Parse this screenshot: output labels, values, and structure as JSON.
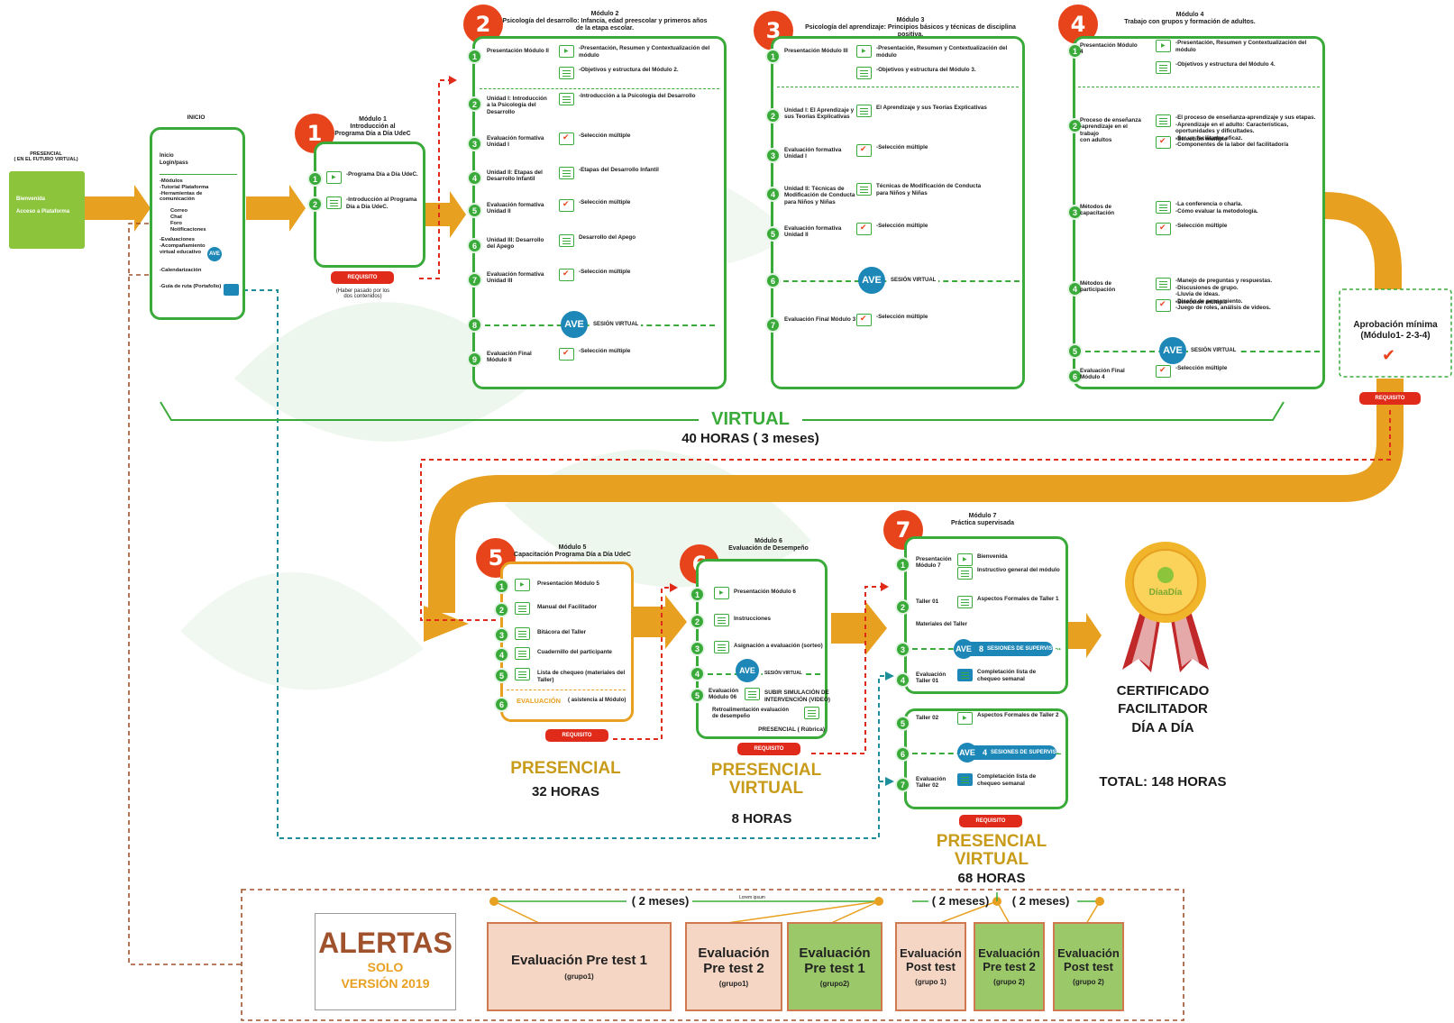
{
  "start": {
    "caption": "PRESENCIAL\n( EN EL FUTURO VIRTUAL)",
    "lines": [
      "Bienvenida",
      "Acceso a Plataforma"
    ]
  },
  "inicio": {
    "title": "INICIO",
    "items": [
      "Inicio\nLogin/pass",
      "-Módulos\n-Tutorial Plataforma\n-Herramientas de comunicación",
      "Correo\nChat\nForo\nNotificaciones",
      "-Evaluaciones\n-Acompañamiento\nvirtual educativo",
      "-Calendarización",
      "-Guía de ruta (Portafolio)"
    ]
  },
  "m1": {
    "num": "1",
    "header": "Módulo 1\nIntroducción al\nPrograma Día a Día UdeC",
    "steps": [
      {
        "n": "1",
        "text": "-Programa Día a Día UdeC."
      },
      {
        "n": "2",
        "text": "-Introducción al Programa\nDía a Día UdeC."
      }
    ],
    "req": "REQUISITO",
    "note": "(Haber pasado por los\ndos contenidos)"
  },
  "m2": {
    "num": "2",
    "header": "Módulo 2\nPsicología del desarrollo: Infancia, edad preescolar y primeros años\nde la etapa escolar.",
    "steps": [
      {
        "n": "1",
        "label": "Presentación Módulo II",
        "texts": [
          "-Presentación, Resumen y Contextualización del\nmódulo",
          "-Objetivos y estructura del Módulo 2."
        ]
      },
      {
        "n": "2",
        "label": "Unidad I: Introducción\na la Psicología del\nDesarrollo",
        "texts": [
          "-Introducción a la Psicología del Desarrollo"
        ]
      },
      {
        "n": "3",
        "label": "Evaluación formativa\nUnidad I",
        "texts": [
          "-Selección múltiple"
        ]
      },
      {
        "n": "4",
        "label": "Unidad II: Etapas del\nDesarrollo Infantil",
        "texts": [
          "-Etapas del Desarrollo Infantil"
        ]
      },
      {
        "n": "5",
        "label": "Evaluación formativa\nUnidad II",
        "texts": [
          "-Selección múltiple"
        ]
      },
      {
        "n": "6",
        "label": "Unidad III: Desarrollo\ndel Apego",
        "texts": [
          "Desarrollo del Apego"
        ]
      },
      {
        "n": "7",
        "label": "Evaluación formativa\nUnidad III",
        "texts": [
          "-Selección múltiple"
        ]
      },
      {
        "n": "8",
        "label": "",
        "texts": []
      },
      {
        "n": "9",
        "label": "Evaluación Final Módulo II",
        "texts": [
          "-Selección múltiple"
        ]
      }
    ]
  },
  "m3": {
    "num": "3",
    "header": "Módulo 3\nPsicología del aprendizaje: Principios básicos y técnicas de disciplina positiva.",
    "steps": [
      {
        "n": "1",
        "label": "Presentación Módulo III",
        "texts": [
          "-Presentación, Resumen y Contextualización del\nmódulo",
          "-Objetivos y estructura del Módulo 3."
        ]
      },
      {
        "n": "2",
        "label": "Unidad I: El Aprendizaje y\nsus Teorías Explicativas",
        "texts": [
          "El Aprendizaje y sus Teorías Explicativas"
        ]
      },
      {
        "n": "3",
        "label": "Evaluación formativa\nUnidad I",
        "texts": [
          "-Selección múltiple"
        ]
      },
      {
        "n": "4",
        "label": "Unidad II: Técnicas de\nModificación de Conducta\npara Niños y Niñas",
        "texts": [
          "Técnicas de Modificación de Conducta\npara Niños y Niñas"
        ]
      },
      {
        "n": "5",
        "label": "Evaluación formativa\nUnidad II",
        "texts": [
          "-Selección múltiple"
        ]
      },
      {
        "n": "6",
        "label": "",
        "texts": []
      },
      {
        "n": "7",
        "label": "Evaluación Final Módulo 3",
        "texts": [
          "-Selección múltiple"
        ]
      }
    ]
  },
  "m4": {
    "num": "4",
    "header": "Módulo 4\nTrabajo con grupos y formación de adultos.",
    "steps": [
      {
        "n": "1",
        "label": "Presentación Módulo 4",
        "texts": [
          "-Presentación, Resumen y Contextualización del\nmódulo",
          "-Objetivos y estructura del Módulo 4."
        ]
      },
      {
        "n": "2",
        "label": "Proceso de enseñanza\n-aprendizaje en el trabajo\ncon adultos",
        "texts": [
          "-El proceso de enseñanza-aprendizaje y sus etapas.\n-Aprendizaje en el adulto: Características,\noportunidades y dificultades.\n-Ser un facilitador eficaz.\n-Componentes de la labor del facilitador/a",
          "-Selección múltiple"
        ]
      },
      {
        "n": "3",
        "label": "Métodos de\ncapacitación",
        "texts": [
          "-La conferencia o charla.\n-Cómo evaluar la metodología.",
          "-Selección múltiple"
        ]
      },
      {
        "n": "4",
        "label": "Métodos de\nparticipación",
        "texts": [
          "-Manejo de preguntas y respuestas.\n-Discusiones de grupo.\n-Lluvia de ideas.\n-Diseño de pensamiento.\n-Juego de roles, análisis de videos.",
          "-Selección múltiple"
        ]
      },
      {
        "n": "5",
        "label": "",
        "texts": []
      },
      {
        "n": "6",
        "label": "Evaluación Final\nMódulo 4",
        "texts": [
          "-Selección múltiple"
        ]
      }
    ]
  },
  "ave": {
    "label": "AVE",
    "session": "SESIÓN VIRTUAL"
  },
  "aprobacion": {
    "text": "Aprobación mínima\n(Módulo1- 2-3-4)",
    "req": "REQUISITO"
  },
  "virtual": {
    "title": "VIRTUAL",
    "hours": "40 HORAS ( 3 meses)"
  },
  "m5": {
    "num": "5",
    "header": "Módulo 5\nCapacitación Programa Día a Día UdeC",
    "steps": [
      {
        "n": "1",
        "text": "Presentación Módulo 5"
      },
      {
        "n": "2",
        "text": "Manual del Facilitador"
      },
      {
        "n": "3",
        "text": "Bitácora del Taller"
      },
      {
        "n": "4",
        "text": "Cuadernillo del participante"
      },
      {
        "n": "5",
        "text": "Lista de chequeo (materiales del\nTaller)"
      }
    ],
    "eval": {
      "n": "6",
      "label": "EVALUACIÓN",
      "note": "( asistencia al Módulo)"
    },
    "req": "REQUISITO",
    "modality": "PRESENCIAL",
    "hours": "32 HORAS"
  },
  "m6": {
    "num": "6",
    "header": "Módulo 6\nEvaluación de Desempeño",
    "steps": [
      {
        "n": "1",
        "text": "Presentación Módulo 6"
      },
      {
        "n": "2",
        "text": "Instrucciones"
      },
      {
        "n": "3",
        "text": "Asignación a evaluación (sorteo)"
      },
      {
        "n": "4",
        "text": ""
      },
      {
        "n": "5",
        "label": "Evaluación\nMódulo 06",
        "text": "SUBIR SIMULACIÓN DE\nINTERVENCIÓN (VIDEO)"
      }
    ],
    "retro": "Retroalimentación evaluación\nde desempeño",
    "rubrica": "PRESENCIAL ( Rúbrica)",
    "req": "REQUISITO",
    "modality": "PRESENCIAL\nVIRTUAL",
    "hours": "8 HORAS"
  },
  "m7": {
    "num": "7",
    "header": "Módulo 7\nPráctica supervisada",
    "steps": [
      {
        "n": "1",
        "label": "Presentación\nMódulo 7",
        "texts": [
          "Bienvenida",
          "Instructivo general del módulo"
        ]
      },
      {
        "n": "2",
        "label": "Taller 01",
        "texts": [
          "Aspectos Formales de Taller 1"
        ]
      },
      {
        "n": "3",
        "label": "",
        "texts": []
      },
      {
        "n": "4",
        "label": "Evaluación\nTaller 01",
        "texts": [
          "Completación lista de\nchequeo semanal"
        ]
      }
    ],
    "materiales": "Materiales del Taller",
    "ave8": {
      "num": "8",
      "text": "SESIONES DE SUPERVISIÓN"
    },
    "steps2": [
      {
        "n": "5",
        "label": "Taller 02",
        "texts": [
          "Aspectos Formales de Taller 2"
        ]
      },
      {
        "n": "6",
        "label": "",
        "texts": []
      },
      {
        "n": "7",
        "label": "Evaluación\nTaller 02",
        "texts": [
          "Completación lista de\nchequeo semanal"
        ]
      }
    ],
    "ave4": {
      "num": "4",
      "text": "SESIONES DE SUPERVISIÓN"
    },
    "req": "REQUISITO",
    "modality": "PRESENCIAL\nVIRTUAL",
    "hours": "68 HORAS"
  },
  "certificado": {
    "medal_text": "DíaaDía",
    "title": "CERTIFICADO\nFACILITADOR\nDÍA A DÍA",
    "total": "TOTAL: 148 HORAS"
  },
  "alertas": {
    "title": "ALERTAS",
    "sub": "SOLO\nVERSIÓN 2019",
    "periods": [
      "( 2 meses)",
      "( 2 meses)",
      "( 2 meses)"
    ],
    "lorem": "Lorem ipsum",
    "boxes": [
      {
        "title": "Evaluación Pre test 1",
        "group": "(grupo1)"
      },
      {
        "title": "Evaluación\nPre test 2",
        "group": "(grupo1)"
      },
      {
        "title": "Evaluación\nPre test 1",
        "group": "(grupo2)"
      },
      {
        "title": "Evaluación\nPost test",
        "group": "(grupo 1)"
      },
      {
        "title": "Evaluación\nPre test 2",
        "group": "(grupo 2)"
      },
      {
        "title": "Evaluación\nPost test",
        "group": "(grupo 2)"
      }
    ]
  },
  "colors": {
    "green": "#3aab3a",
    "orange_arrow": "#e8a020",
    "red": "#e02a1a",
    "blue": "#1d88b8",
    "gold": "#c89c1a",
    "start_green": "#8cc43c"
  }
}
